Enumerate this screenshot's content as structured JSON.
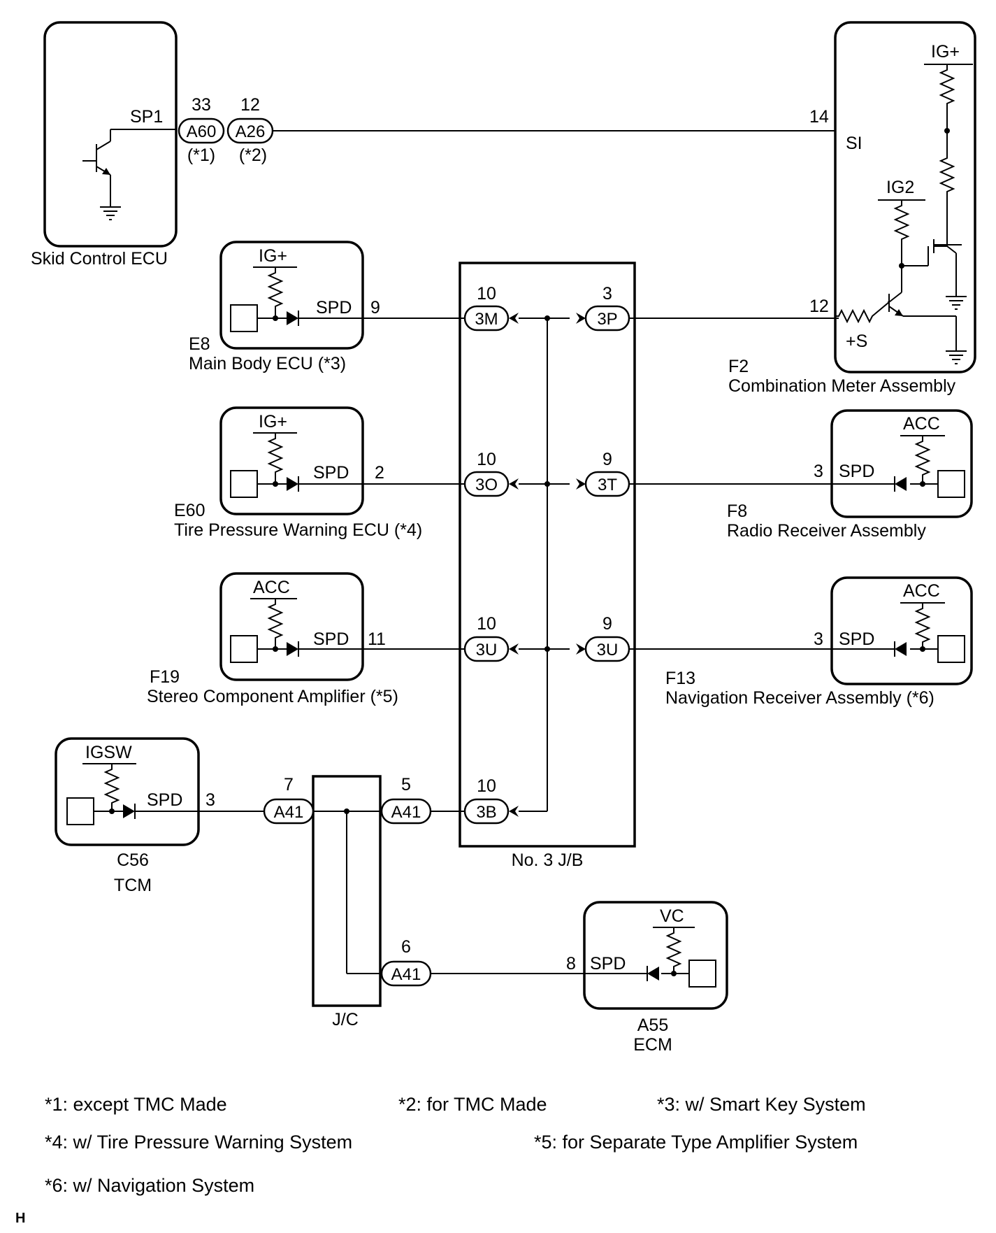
{
  "components": {
    "skid": {
      "name": "Skid Control ECU",
      "pin_name": "SP1"
    },
    "meter": {
      "code": "F2",
      "name": "Combination Meter Assembly",
      "power": "IG+",
      "power2": "IG2",
      "pin_si": "14",
      "si": "SI",
      "pin_s": "12",
      "s": "+S"
    },
    "main_body": {
      "code": "E8",
      "name": "Main Body ECU (*3)",
      "power": "IG+",
      "signal": "SPD",
      "pin": "9"
    },
    "tire": {
      "code": "E60",
      "name": "Tire Pressure Warning ECU (*4)",
      "power": "IG+",
      "signal": "SPD",
      "pin": "2"
    },
    "stereo": {
      "code": "F19",
      "name": "Stereo Component Amplifier (*5)",
      "power": "ACC",
      "signal": "SPD",
      "pin": "11"
    },
    "radio": {
      "code": "F8",
      "name": "Radio Receiver Assembly",
      "power": "ACC",
      "signal": "SPD",
      "pin": "3"
    },
    "nav": {
      "code": "F13",
      "name": "Navigation Receiver Assembly (*6)",
      "power": "ACC",
      "signal": "SPD",
      "pin": "3"
    },
    "tcm": {
      "code": "C56",
      "name": "TCM",
      "power": "IGSW",
      "signal": "SPD",
      "pin": "3"
    },
    "ecm": {
      "code": "A55",
      "name": "ECM",
      "power": "VC",
      "signal": "SPD",
      "pin": "8"
    },
    "jb": {
      "name": "No. 3 J/B"
    },
    "jc": {
      "name": "J/C"
    }
  },
  "connectors": {
    "a60": {
      "label": "A60",
      "pin": "33",
      "note": "(*1)"
    },
    "a26": {
      "label": "A26",
      "pin": "12",
      "note": "(*2)"
    },
    "j3m": {
      "label": "3M",
      "pin": "10"
    },
    "j3p": {
      "label": "3P",
      "pin": "3"
    },
    "j3o": {
      "label": "3O",
      "pin": "10"
    },
    "j3t": {
      "label": "3T",
      "pin": "9"
    },
    "j3u_l": {
      "label": "3U",
      "pin": "10"
    },
    "j3u_r": {
      "label": "3U",
      "pin": "9"
    },
    "j3b": {
      "label": "3B",
      "pin": "10"
    },
    "a41_1": {
      "label": "A41",
      "pin": "7"
    },
    "a41_2": {
      "label": "A41",
      "pin": "5"
    },
    "a41_3": {
      "label": "A41",
      "pin": "6"
    }
  },
  "notes": [
    "*1: except TMC Made",
    "*2: for TMC Made",
    "*3: w/ Smart Key System",
    "*4: w/ Tire Pressure Warning System",
    "*5: for Separate Type Amplifier System",
    "*6: w/ Navigation System"
  ],
  "corner_mark": "H"
}
